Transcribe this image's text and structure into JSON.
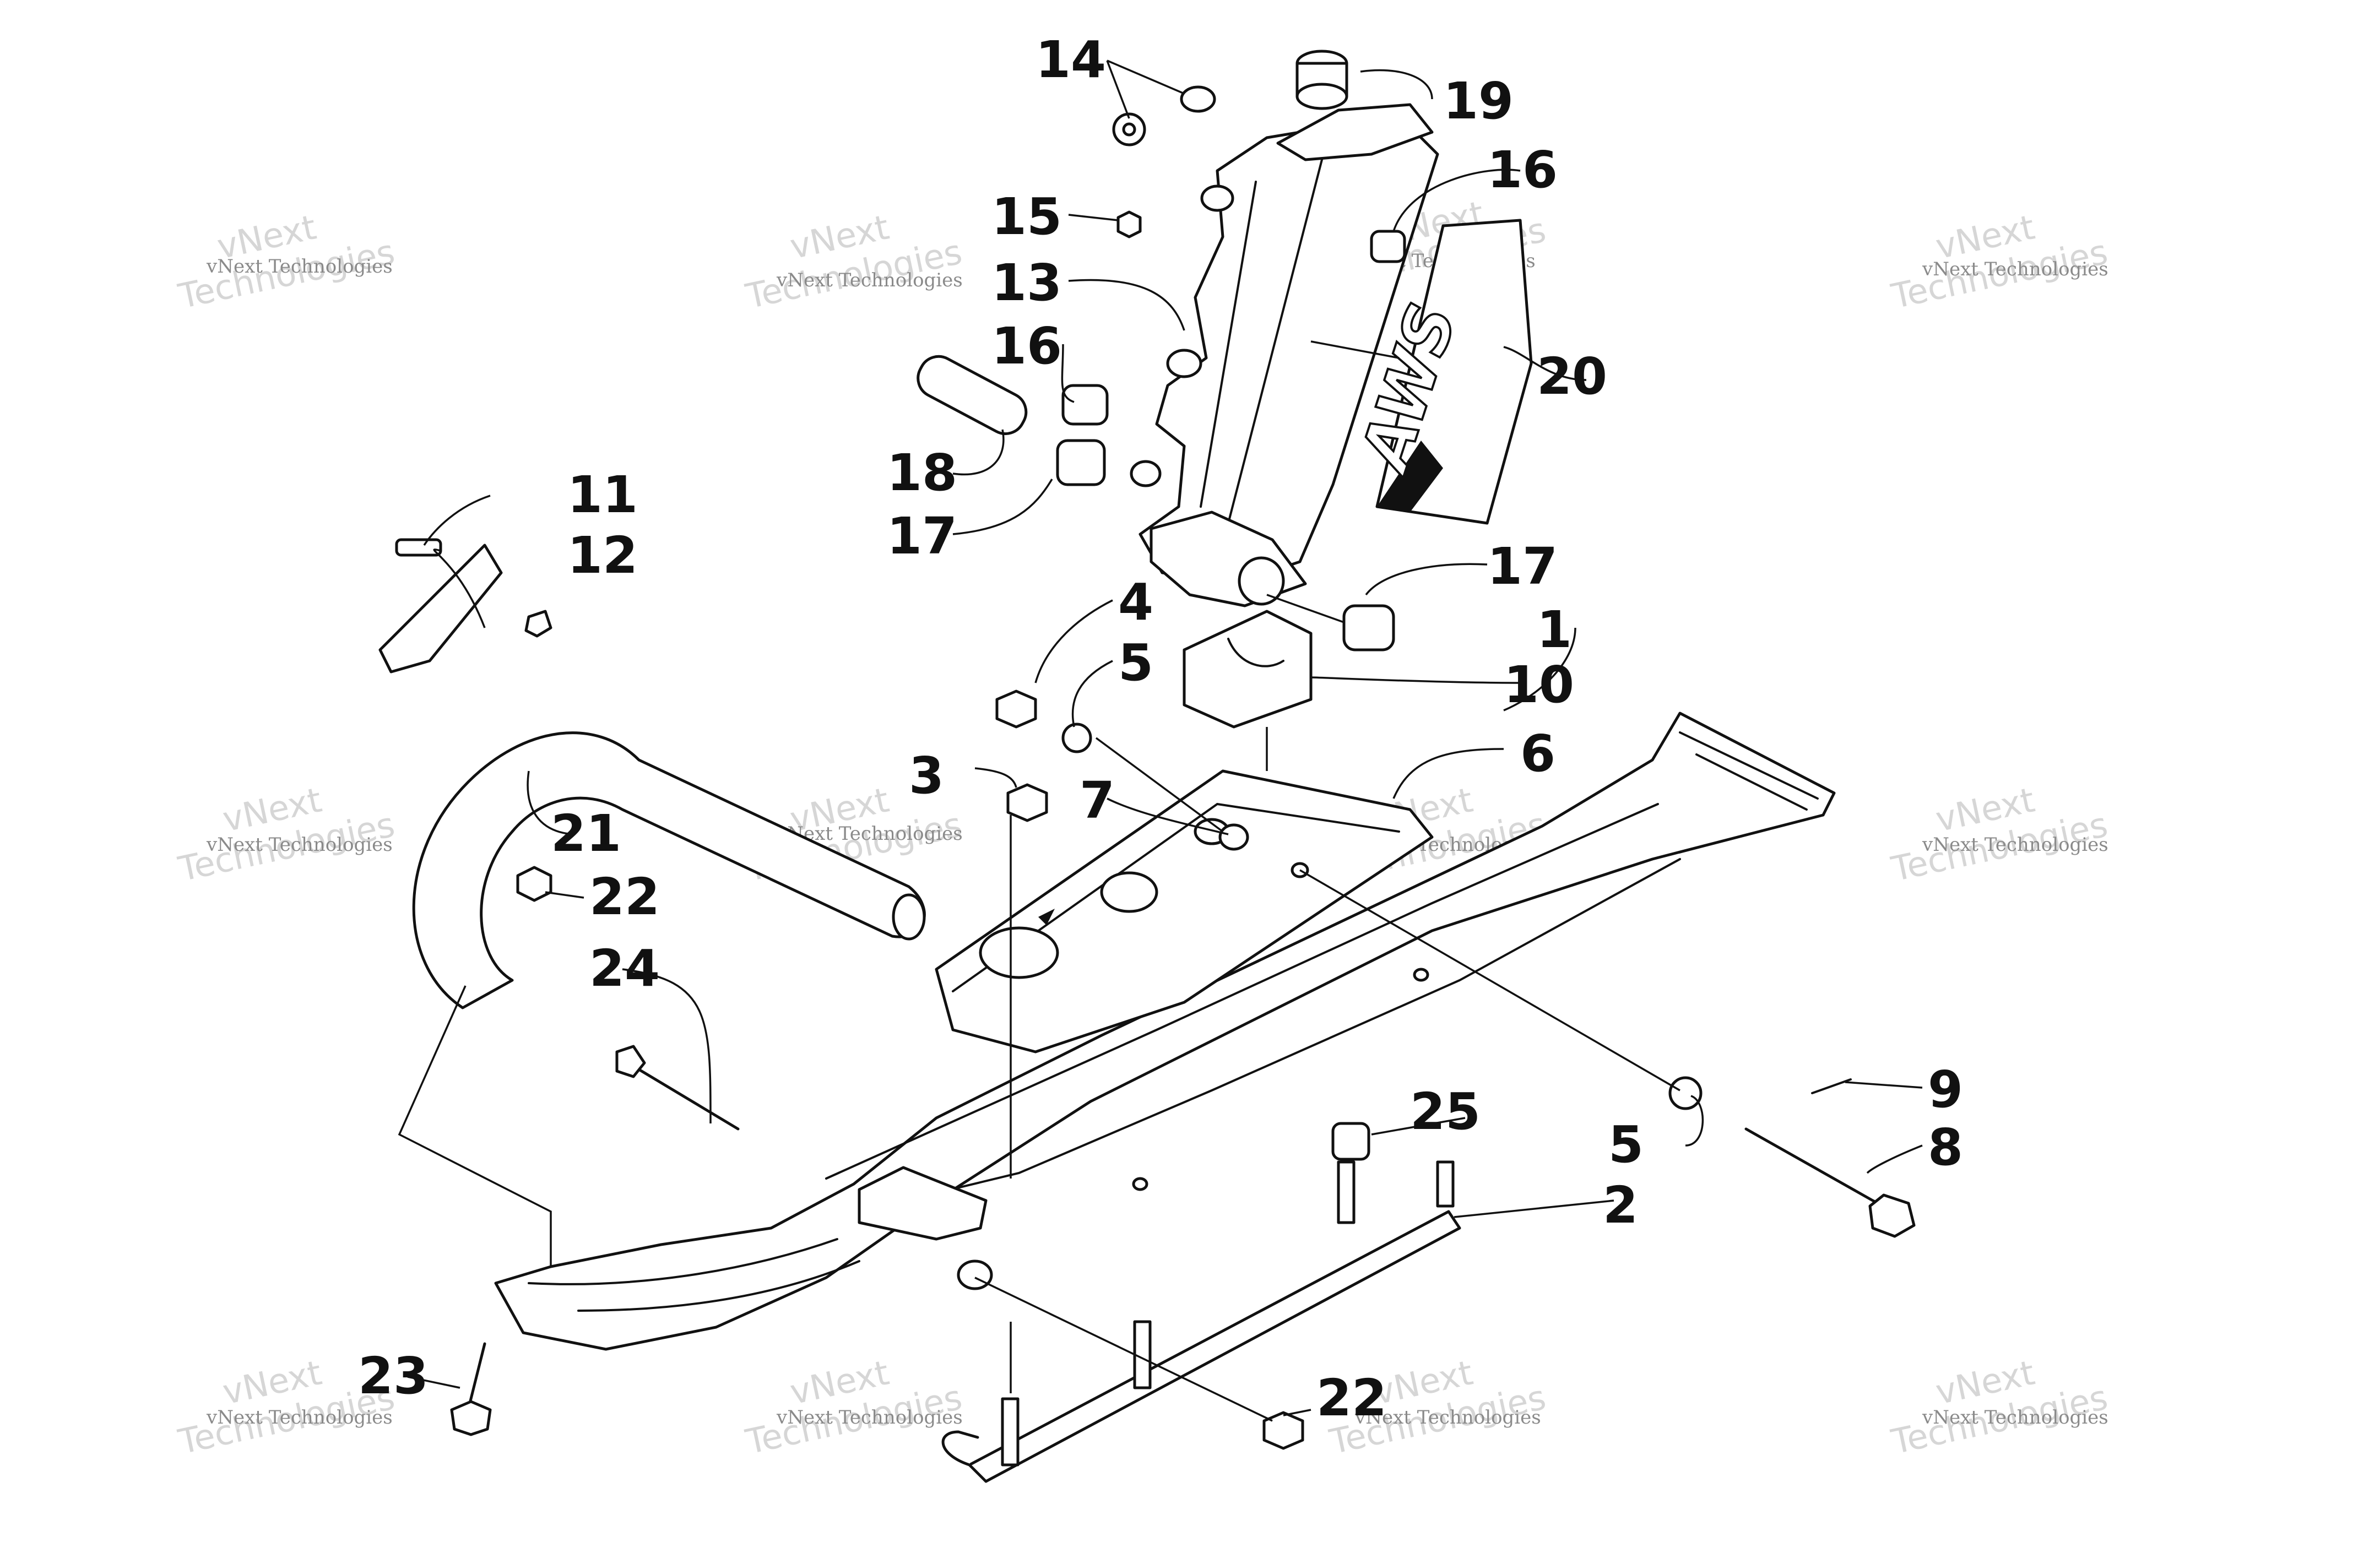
{
  "callouts": [
    {
      "id": "c1",
      "label": "1"
    },
    {
      "id": "c2",
      "label": "2"
    },
    {
      "id": "c3",
      "label": "3"
    },
    {
      "id": "c4",
      "label": "4"
    },
    {
      "id": "c5a",
      "label": "5"
    },
    {
      "id": "c5b",
      "label": "5"
    },
    {
      "id": "c6",
      "label": "6"
    },
    {
      "id": "c7",
      "label": "7"
    },
    {
      "id": "c8",
      "label": "8"
    },
    {
      "id": "c9",
      "label": "9"
    },
    {
      "id": "c10",
      "label": "10"
    },
    {
      "id": "c11",
      "label": "11"
    },
    {
      "id": "c12",
      "label": "12"
    },
    {
      "id": "c13",
      "label": "13"
    },
    {
      "id": "c14",
      "label": "14"
    },
    {
      "id": "c15",
      "label": "15"
    },
    {
      "id": "c16a",
      "label": "16"
    },
    {
      "id": "c16b",
      "label": "16"
    },
    {
      "id": "c17a",
      "label": "17"
    },
    {
      "id": "c17b",
      "label": "17"
    },
    {
      "id": "c18",
      "label": "18"
    },
    {
      "id": "c19",
      "label": "19"
    },
    {
      "id": "c20",
      "label": "20"
    },
    {
      "id": "c21",
      "label": "21"
    },
    {
      "id": "c22a",
      "label": "22"
    },
    {
      "id": "c22b",
      "label": "22"
    },
    {
      "id": "c23",
      "label": "23"
    },
    {
      "id": "c24",
      "label": "24"
    },
    {
      "id": "c25",
      "label": "25"
    }
  ],
  "watermark": {
    "line1": "vNext Technologies",
    "line2": "vNext",
    "line3": "Technologies"
  },
  "decal": {
    "text": "AWS"
  }
}
